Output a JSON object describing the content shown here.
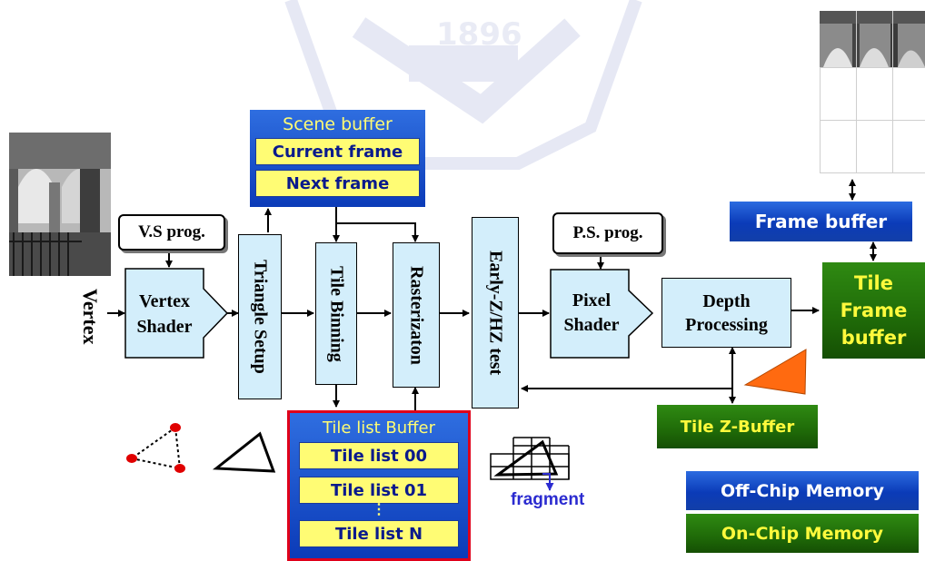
{
  "watermark": {
    "year": "1896"
  },
  "input_label": "Vertex",
  "vs_prog": "V.S prog.",
  "ps_prog": "P.S. prog.",
  "vertex_shader": {
    "line1": "Vertex",
    "line2": "Shader"
  },
  "triangle_setup": "Triangle Setup",
  "tile_binning": "Tile Binning",
  "rasterization": "Rasterizaton",
  "early_z": "Early-Z/HZ test",
  "pixel_shader": {
    "line1": "Pixel",
    "line2": "Shader"
  },
  "depth_processing": {
    "line1": "Depth",
    "line2": "Processing"
  },
  "scene_buffer": {
    "title": "Scene buffer",
    "items": [
      "Current frame",
      "Next frame"
    ]
  },
  "tile_list_buffer": {
    "title": "Tile list Buffer",
    "items": [
      "Tile list 00",
      "Tile list 01",
      "Tile list N"
    ],
    "dots": "⋮"
  },
  "frame_buffer": "Frame buffer",
  "tile_frame_buffer": {
    "line1": "Tile",
    "line2": "Frame",
    "line3": "buffer"
  },
  "tile_z_buffer": "Tile Z-Buffer",
  "fragment_label": "fragment",
  "legend": {
    "off_chip": "Off-Chip Memory",
    "on_chip": "On-Chip Memory"
  },
  "colors": {
    "light_blue": "#d3eefb",
    "off_chip_blue": "#0b3bb8",
    "on_chip_green": "#1f6a08",
    "yellow": "#fffc74",
    "red_border": "#e0001a",
    "orange": "#ff6a10"
  }
}
